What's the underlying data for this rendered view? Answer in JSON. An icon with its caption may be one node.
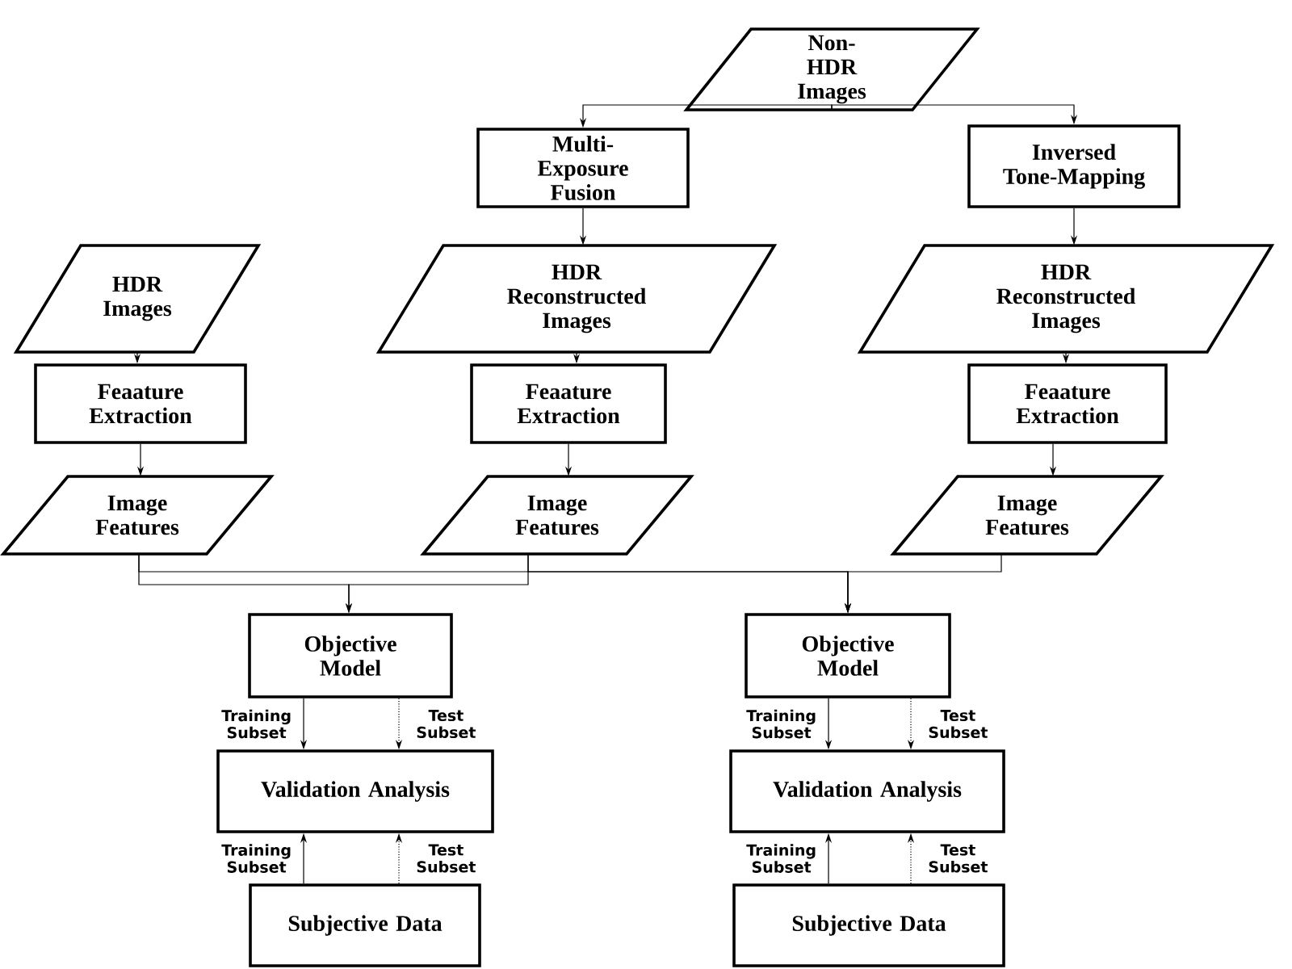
{
  "diagram": {
    "nodes": [
      {
        "text": [
          "Non-HDR Images"
        ]
      },
      {
        "text": [
          "Multi-Exposure Fusion"
        ]
      },
      {
        "text": [
          "Inversed Tone-Mapping"
        ]
      },
      {
        "text": [
          "HDR Images"
        ]
      },
      {
        "text": [
          "HDR Reconstructed Images"
        ]
      },
      {
        "text": [
          "HDR Reconstructed Images"
        ]
      },
      {
        "text": [
          "Feaature Extraction"
        ]
      },
      {
        "text": [
          "Feaature Extraction"
        ]
      },
      {
        "text": [
          "Feaature Extraction"
        ]
      },
      {
        "text": [
          "Image Features"
        ]
      },
      {
        "text": [
          "Image Features"
        ]
      },
      {
        "text": [
          "Image Features"
        ]
      },
      {
        "text": [
          "Objective Model"
        ]
      },
      {
        "text": [
          "Validation Analysis"
        ]
      },
      {
        "text": [
          "Subjective Data"
        ]
      },
      {
        "text": [
          "Objective Model"
        ]
      },
      {
        "text": [
          "Validation Analysis"
        ]
      },
      {
        "text": [
          "Subjective Data"
        ]
      }
    ],
    "edges": [
      {
        "from": 0,
        "to": 1,
        "arrow": "to"
      },
      {
        "from": 0,
        "to": 2,
        "arrow": "to"
      },
      {
        "from": 1,
        "to": 4,
        "arrow": "to"
      },
      {
        "from": 2,
        "to": 5,
        "arrow": "to"
      },
      {
        "from": 3,
        "to": 6,
        "arrow": "to"
      },
      {
        "from": 4,
        "to": 7,
        "arrow": "to"
      },
      {
        "from": 5,
        "to": 8,
        "arrow": "to"
      },
      {
        "from": 6,
        "to": 9,
        "arrow": "to"
      },
      {
        "from": 7,
        "to": 10,
        "arrow": "to"
      },
      {
        "from": 8,
        "to": 11,
        "arrow": "to"
      },
      {
        "from": 9,
        "to": 12,
        "arrow": "to"
      },
      {
        "from": 10,
        "to": 12,
        "arrow": "to"
      },
      {
        "from": 9,
        "to": 15,
        "arrow": "to"
      },
      {
        "from": 10,
        "to": 15,
        "arrow": "to"
      },
      {
        "from": 11,
        "to": 15,
        "arrow": "to"
      },
      {
        "from": 12,
        "to": 13,
        "arrow": "to",
        "label": "Training Subset"
      },
      {
        "from": 12,
        "to": 13,
        "arrow": "to",
        "label": "Test Subset",
        "style": "dashed"
      },
      {
        "from": 14,
        "to": 13,
        "arrow": "to",
        "label": "Training Subset"
      },
      {
        "from": 14,
        "to": 13,
        "arrow": "to",
        "label": "Test Subset",
        "style": "dashed"
      },
      {
        "from": 15,
        "to": 16,
        "arrow": "to",
        "label": "Training Subset"
      },
      {
        "from": 15,
        "to": 16,
        "arrow": "to",
        "label": "Test Subset",
        "style": "dashed"
      },
      {
        "from": 17,
        "to": 16,
        "arrow": "to",
        "label": "Training Subset"
      },
      {
        "from": 17,
        "to": 16,
        "arrow": "to",
        "label": "Test Subset",
        "style": "dashed"
      }
    ]
  }
}
